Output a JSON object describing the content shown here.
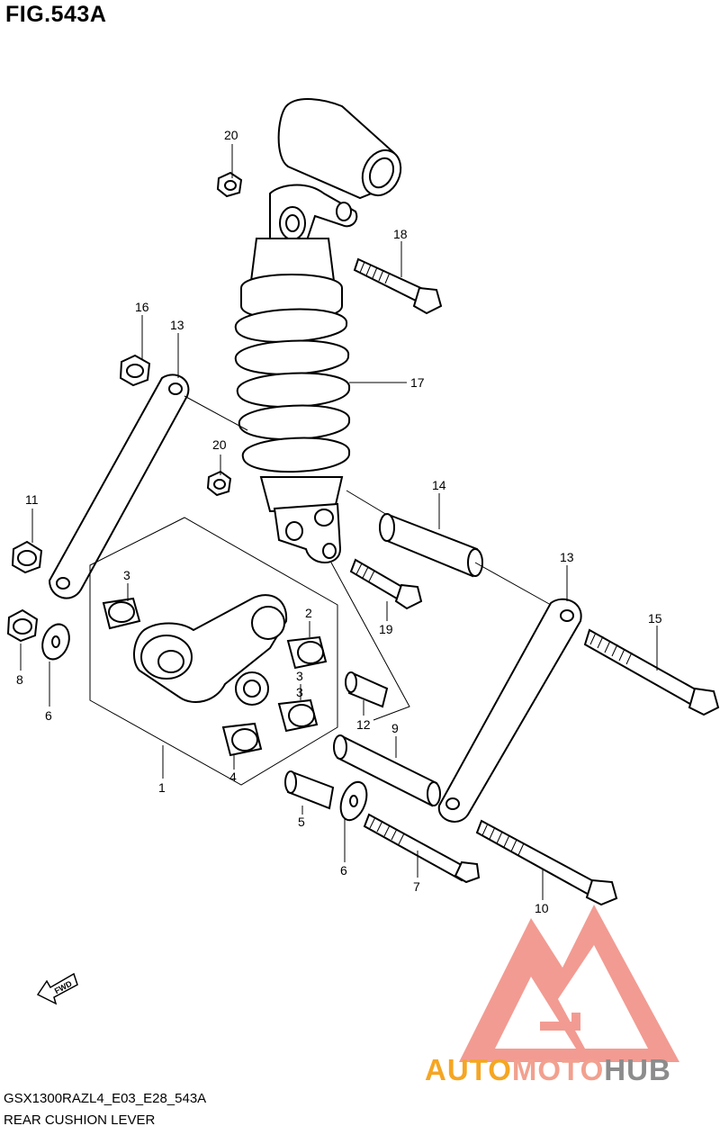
{
  "header": {
    "title": "FIG.543A"
  },
  "footer": {
    "model_code": "GSX1300RAZL4_E03_E28_543A",
    "caption": "REAR CUSHION LEVER"
  },
  "watermark": {
    "word_1": "AUTO",
    "word_2": "MOTO",
    "word_3": "HUB",
    "color_auto": "#f5a623",
    "color_moto": "#f2a08f",
    "color_hub": "#8c8c8c",
    "logo_color": "#f08a80"
  },
  "fwd_marker": {
    "label": "FWD"
  },
  "callouts": [
    {
      "id": "c20a",
      "label": "20"
    },
    {
      "id": "c18",
      "label": "18"
    },
    {
      "id": "c16",
      "label": "16"
    },
    {
      "id": "c13a",
      "label": "13"
    },
    {
      "id": "c17",
      "label": "17"
    },
    {
      "id": "c20b",
      "label": "20"
    },
    {
      "id": "c11",
      "label": "11"
    },
    {
      "id": "c14",
      "label": "14"
    },
    {
      "id": "c13b",
      "label": "13"
    },
    {
      "id": "c3a",
      "label": "3"
    },
    {
      "id": "c2",
      "label": "2"
    },
    {
      "id": "c15",
      "label": "15"
    },
    {
      "id": "c19",
      "label": "19"
    },
    {
      "id": "c8",
      "label": "8"
    },
    {
      "id": "c6a",
      "label": "6"
    },
    {
      "id": "c3b",
      "label": "3"
    },
    {
      "id": "c3c",
      "label": "3"
    },
    {
      "id": "c12",
      "label": "12"
    },
    {
      "id": "c9",
      "label": "9"
    },
    {
      "id": "c4",
      "label": "4"
    },
    {
      "id": "c1",
      "label": "1"
    },
    {
      "id": "c5",
      "label": "5"
    },
    {
      "id": "c6b",
      "label": "6"
    },
    {
      "id": "c7",
      "label": "7"
    },
    {
      "id": "c10",
      "label": "10"
    }
  ]
}
